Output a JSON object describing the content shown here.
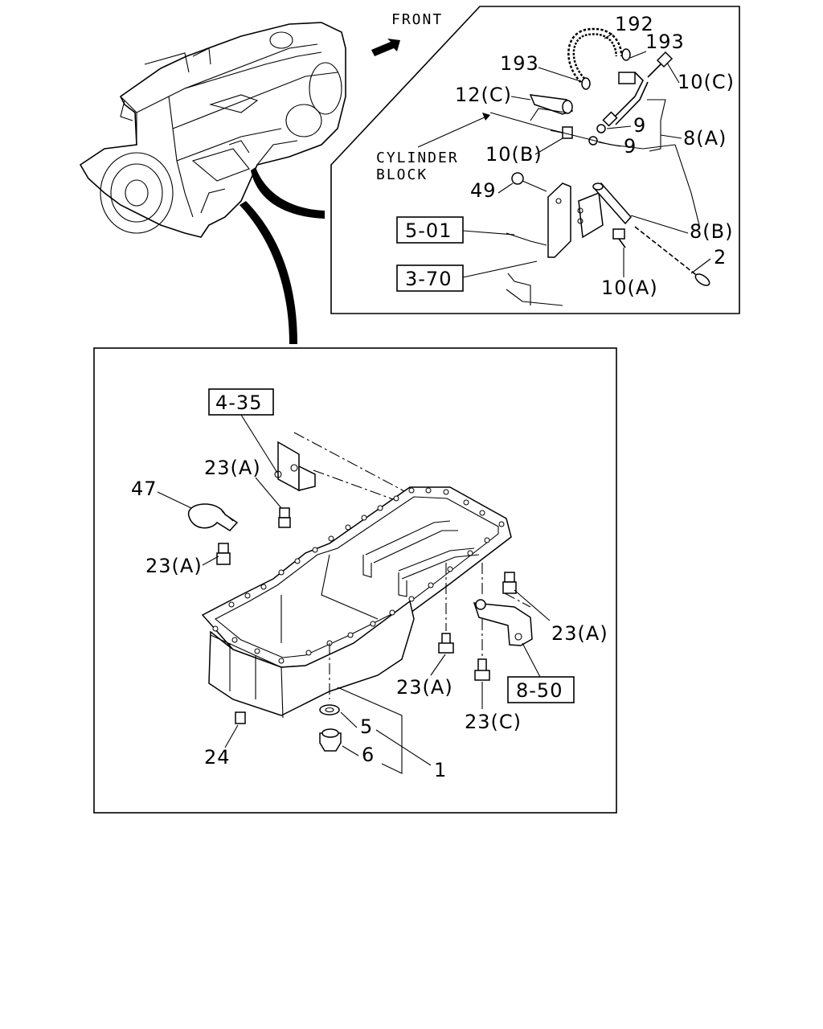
{
  "front_label": "FRONT",
  "cylinder_block_label": [
    "CYLINDER",
    "BLOCK"
  ],
  "ref_boxes": {
    "r501": "5-01",
    "r370": "3-70",
    "r435": "4-35",
    "r850": "8-50"
  },
  "callouts": {
    "c192": "192",
    "c193a": "193",
    "c193b": "193",
    "c10c": "10(C)",
    "c12c": "12(C)",
    "c9a": "9",
    "c9b": "9",
    "c8a": "8(A)",
    "c10b": "10(B)",
    "c49": "49",
    "c8b": "8(B)",
    "c2": "2",
    "c10a": "10(A)",
    "c47": "47",
    "c23a1": "23(A)",
    "c23a2": "23(A)",
    "c23a3": "23(A)",
    "c23a4": "23(A)",
    "c23c": "23(C)",
    "c24": "24",
    "c5": "5",
    "c6": "6",
    "c1": "1"
  }
}
